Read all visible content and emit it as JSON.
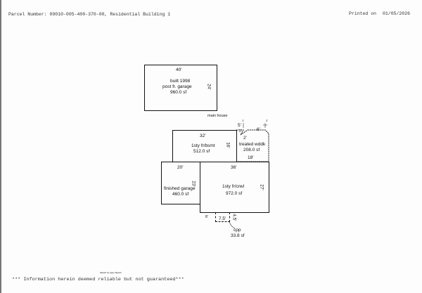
{
  "header": {
    "parcel": "Parcel Number: 09010-005-400-370-00, Residential Building 1",
    "printed_label": "Printed on",
    "printed_date": "01/05/2026"
  },
  "footer": {
    "credit": "Sketch by Apex Sketch",
    "disclaimer": "*** Information herein deemed reliable but not guaranteed***"
  },
  "sketch": {
    "main_house_label": "main house",
    "garage": {
      "width": "40'",
      "depth": "24'",
      "line1": "built 1998",
      "line2": "post fr. garage",
      "area": "960.0 sf"
    },
    "bsmt": {
      "width": "32'",
      "depth": "16'",
      "name": "1sty fr/bsmt",
      "area": "512.0 sf"
    },
    "wddk": {
      "name": "treated wddk",
      "area": "208.0 sf",
      "width": "18'",
      "d1": "5'",
      "d2": "2'",
      "d3": "2'",
      "d4": "6'",
      "d5": "1'",
      "d6": "2'"
    },
    "fin_garage": {
      "width": "20'",
      "depth": "23'",
      "name": "finished garage",
      "area": "460.0 sf"
    },
    "crwl": {
      "width": "36'",
      "depth": "27'",
      "name": "1sty fr/crwl",
      "area": "972.0 sf"
    },
    "cpp": {
      "width": "7.5'",
      "depth": "4.5'",
      "offset": "8'",
      "name": "cpp",
      "area": "33.8 sf"
    }
  }
}
